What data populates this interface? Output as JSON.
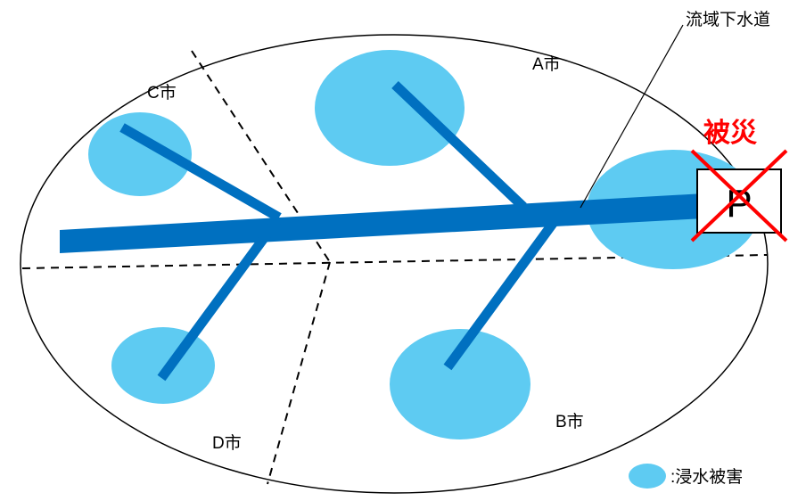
{
  "cities": {
    "a": "A市",
    "b": "B市",
    "c": "C市",
    "d": "D市"
  },
  "callout": {
    "sewer_label": "流域下水道"
  },
  "pump_station": {
    "letter": "P",
    "status": "被災"
  },
  "legend": {
    "flood_label": ":浸水被害"
  },
  "colors": {
    "flood": "#5ECBF2",
    "pipe": "#0070C0",
    "damage": "#FF0000"
  }
}
